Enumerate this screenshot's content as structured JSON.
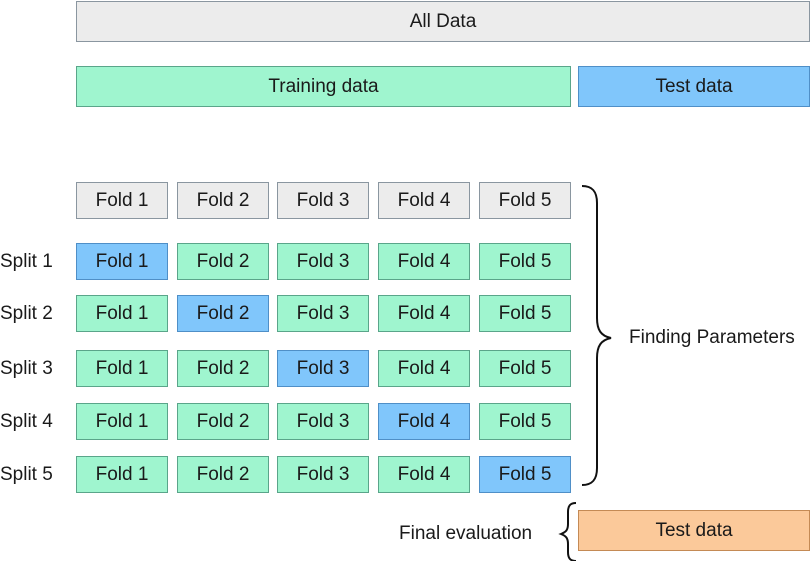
{
  "top": {
    "all_data": "All Data",
    "training_data": "Training data",
    "test_data": "Test data"
  },
  "folds_header": [
    "Fold 1",
    "Fold 2",
    "Fold 3",
    "Fold 4",
    "Fold 5"
  ],
  "splits": [
    {
      "label": "Split 1",
      "folds": [
        "Fold 1",
        "Fold 2",
        "Fold 3",
        "Fold 4",
        "Fold 5"
      ],
      "test_fold": 1
    },
    {
      "label": "Split 2",
      "folds": [
        "Fold 1",
        "Fold 2",
        "Fold 3",
        "Fold 4",
        "Fold 5"
      ],
      "test_fold": 2
    },
    {
      "label": "Split 3",
      "folds": [
        "Fold 1",
        "Fold 2",
        "Fold 3",
        "Fold 4",
        "Fold 5"
      ],
      "test_fold": 3
    },
    {
      "label": "Split 4",
      "folds": [
        "Fold 1",
        "Fold 2",
        "Fold 3",
        "Fold 4",
        "Fold 5"
      ],
      "test_fold": 4
    },
    {
      "label": "Split 5",
      "folds": [
        "Fold 1",
        "Fold 2",
        "Fold 3",
        "Fold 4",
        "Fold 5"
      ],
      "test_fold": 5
    }
  ],
  "finding_parameters": "Finding Parameters",
  "final_evaluation": "Final evaluation",
  "final_test_data": "Test data",
  "colors": {
    "all_data": "#ececec",
    "training": "#9ff5cf",
    "validation": "#80c6fb",
    "final_test": "#fbc99a"
  }
}
